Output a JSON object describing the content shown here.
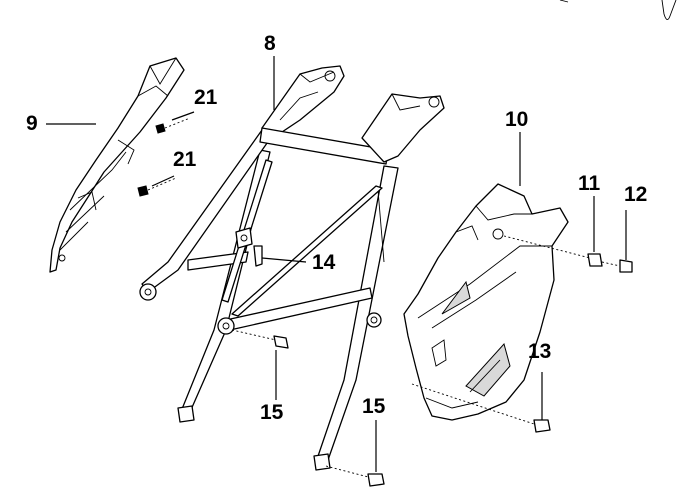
{
  "callouts": {
    "c8": "8",
    "c9": "9",
    "c10": "10",
    "c11": "11",
    "c12": "12",
    "c13": "13",
    "c14": "14",
    "c15a": "15",
    "c15b": "15",
    "c21a": "21",
    "c21b": "21"
  }
}
